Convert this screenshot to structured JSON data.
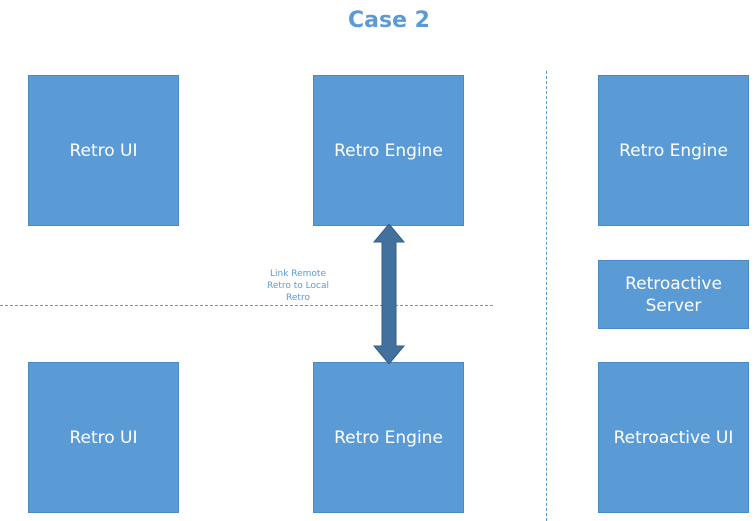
{
  "title": "Case 2",
  "colors": {
    "box_fill": "#5b9bd5",
    "box_text": "#ffffff",
    "accent": "#5b9bd5",
    "arrow_fill": "#41719c"
  },
  "boxes": {
    "retro_ui_top": "Retro UI",
    "retro_engine_top": "Retro Engine",
    "retro_engine_right": "Retro Engine",
    "retroactive_server": [
      "Retroactive",
      "Server"
    ],
    "retro_ui_bottom": "Retro UI",
    "retro_engine_bottom": "Retro Engine",
    "retroactive_ui": "Retroactive UI"
  },
  "link": {
    "label_lines": [
      "Link Remote",
      "Retro to Local",
      "Retro"
    ],
    "arrow": "bidirectional-vertical-arrow"
  }
}
